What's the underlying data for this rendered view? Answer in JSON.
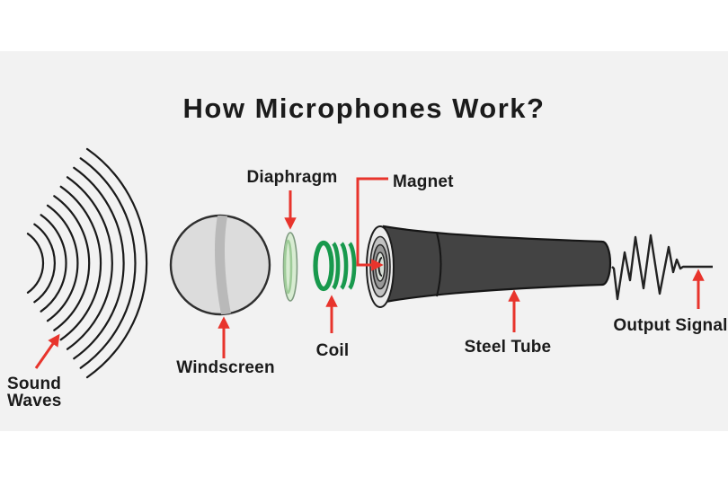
{
  "title": "How Microphones Work?",
  "labels": {
    "sound_waves_line1": "Sound",
    "sound_waves_line2": "Waves",
    "windscreen": "Windscreen",
    "diaphragm": "Diaphragm",
    "coil": "Coil",
    "magnet": "Magnet",
    "steel_tube": "Steel Tube",
    "output_signal": "Output Signal"
  },
  "icons": {
    "arrow": "red-pointer-arrow"
  },
  "colors": {
    "page_background": "#ffffff",
    "diagram_band": "#f2f2f2",
    "text": "#1b1b1b",
    "arrow_red": "#e8342c",
    "wave_stroke": "#1a1a1a",
    "windscreen_fill": "#dcdcdc",
    "windscreen_stripe": "#b9b9b9",
    "diaphragm_fill": "#d8ecd2",
    "coil_green": "#18994d",
    "tube_fill": "#434343",
    "tube_outline": "#161616"
  },
  "diagram": {
    "wave_arc_count": 10
  }
}
